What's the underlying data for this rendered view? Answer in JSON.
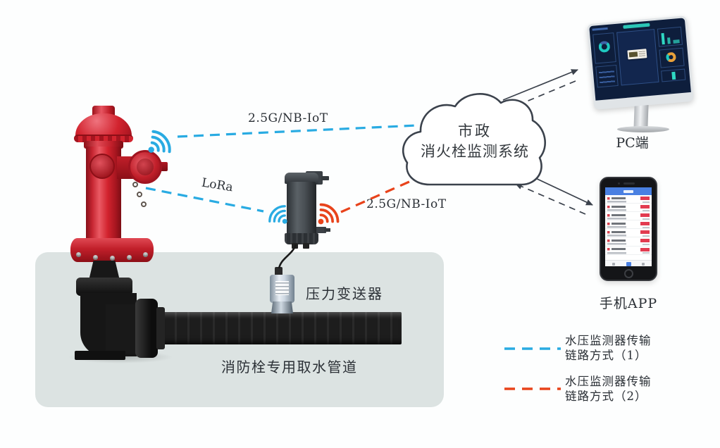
{
  "cloud": {
    "line1": "市政",
    "line2": "消火栓监测系统"
  },
  "links": {
    "hydrant_cloud": "2.5G/NB-IoT",
    "hydrant_device": "LoRa",
    "device_cloud": "2.5G/NB-IoT"
  },
  "labels": {
    "pc": "PC端",
    "phone": "手机APP",
    "pressure_transmitter": "压力变送器",
    "pipe": "消防栓专用取水管道"
  },
  "legend": {
    "item1": {
      "text1": "水压监测器传输",
      "text2": "链路方式（1）"
    },
    "item2": {
      "text1": "水压监测器传输",
      "text2": "链路方式（2）"
    }
  },
  "colors": {
    "link_type1_blue": "#29abe2",
    "link_type2_red": "#e8431b",
    "hydrant_red": "#d2232e",
    "diagram_outline": "#3b424c",
    "underground_panel": "#dce3e2"
  },
  "icons": {
    "hydrant_signal": "wifi-icon",
    "device_signal_left": "wifi-icon",
    "device_signal_right": "wifi-icon"
  }
}
